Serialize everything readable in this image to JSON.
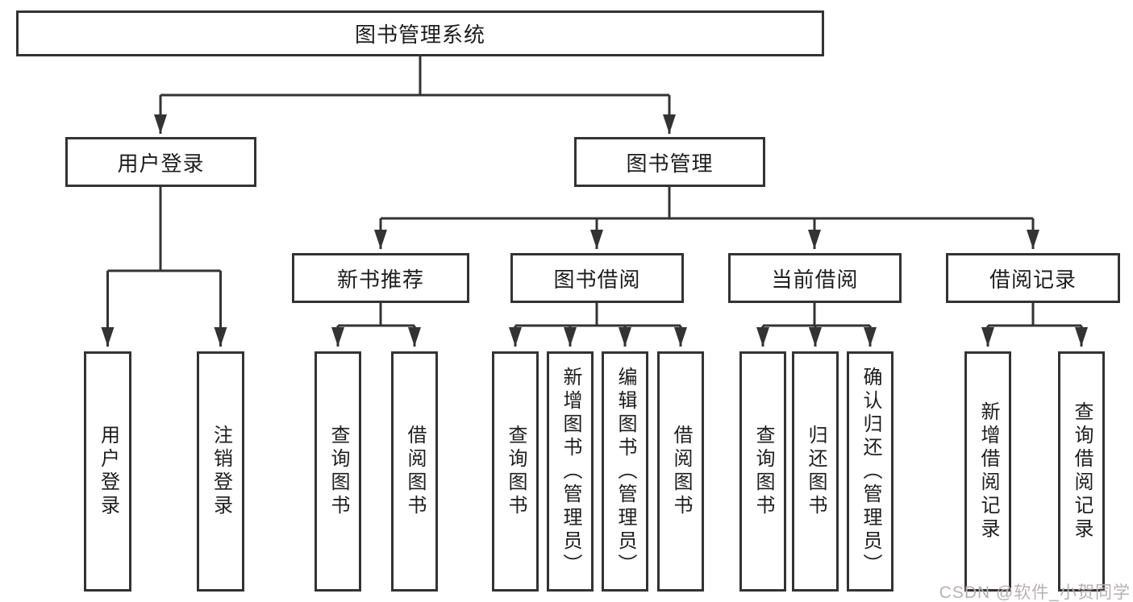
{
  "tree": {
    "root": "图书管理系统",
    "branches": [
      {
        "label": "用户登录",
        "children": [
          {
            "label": "用户登录"
          },
          {
            "label": "注销登录"
          }
        ]
      },
      {
        "label": "图书管理",
        "children": [
          {
            "label": "新书推荐",
            "children": [
              {
                "label": "查询图书"
              },
              {
                "label": "借阅图书"
              }
            ]
          },
          {
            "label": "图书借阅",
            "children": [
              {
                "label": "查询图书"
              },
              {
                "label": "新增图书（管理员）"
              },
              {
                "label": "编辑图书（管理员）"
              },
              {
                "label": "借阅图书"
              }
            ]
          },
          {
            "label": "当前借阅",
            "children": [
              {
                "label": "查询图书"
              },
              {
                "label": "归还图书"
              },
              {
                "label": "确认归还（管理员）"
              }
            ]
          },
          {
            "label": "借阅记录",
            "children": [
              {
                "label": "新增借阅记录"
              },
              {
                "label": "查询借阅记录"
              }
            ]
          }
        ]
      }
    ]
  },
  "watermark": {
    "text": "CSDN @软件_小贺同学",
    "color": "#b6b0b2"
  },
  "colors": {
    "line": "#333333",
    "box_border": "#333333",
    "text": "#1d1d1d",
    "background": "#ffffff"
  }
}
